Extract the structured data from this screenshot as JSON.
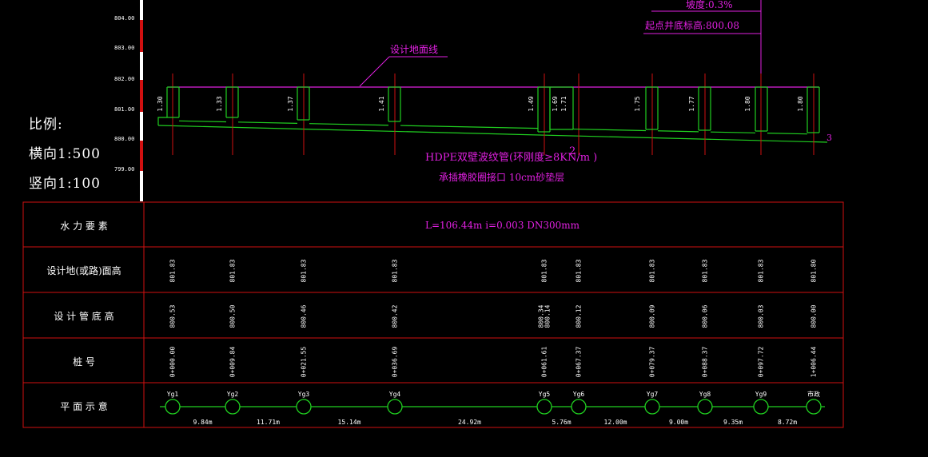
{
  "scale": {
    "title": "比例:",
    "horizontal": "横向1:500",
    "vertical": "竖向1:100"
  },
  "axis_ticks": [
    "804.00",
    "803.00",
    "802.00",
    "801.00",
    "800.00",
    "799.00"
  ],
  "annotations": {
    "slope": "坡度:0.3%",
    "start_invert": "起点井底标高:800.08",
    "ground_line": "设计地面线",
    "pipe_desc": "HDPE双壁波纹管(环刚度≥8KN/m )",
    "pipe_mark": "2",
    "bedding": "承插橡胶圈接口 10cm砂垫层",
    "end_mark": "3"
  },
  "depths": [
    "1.30",
    "1.33",
    "1.37",
    "1.41",
    "1.49",
    "1.69",
    "1.71",
    "1.75",
    "1.77",
    "1.80",
    "1.80"
  ],
  "table": {
    "row_headers": [
      "水 力 要 素",
      "设计地(或路)面高",
      "设 计 管 底 高",
      "桩   号",
      "平 面 示 意"
    ],
    "hydraulic": "L=106.44m  i=0.003   DN300mm",
    "ground_elev": [
      "801.83",
      "801.83",
      "801.83",
      "801.83",
      "801.83",
      "801.83",
      "801.83",
      "801.83",
      "801.83",
      "801.80"
    ],
    "invert_elev": [
      "800.53",
      "800.50",
      "800.46",
      "800.42",
      [
        "800.34",
        "800.14"
      ],
      "800.12",
      "800.09",
      "800.06",
      "800.03",
      "800.00"
    ],
    "stations": [
      "0+000.00",
      "0+009.84",
      "0+021.55",
      "0+036.69",
      "0+061.61",
      "0+067.37",
      "0+079.37",
      "0+088.37",
      "0+097.72",
      "1+006.44"
    ],
    "manholes": [
      "Yg1",
      "Yg2",
      "Yg3",
      "Yg4",
      "Yg5",
      "Yg6",
      "Yg7",
      "Yg8",
      "Yg9",
      "市政"
    ],
    "distances": [
      "9.84m",
      "11.71m",
      "15.14m",
      "24.92m",
      "5.76m",
      "12.00m",
      "9.00m",
      "9.35m",
      "8.72m"
    ]
  }
}
